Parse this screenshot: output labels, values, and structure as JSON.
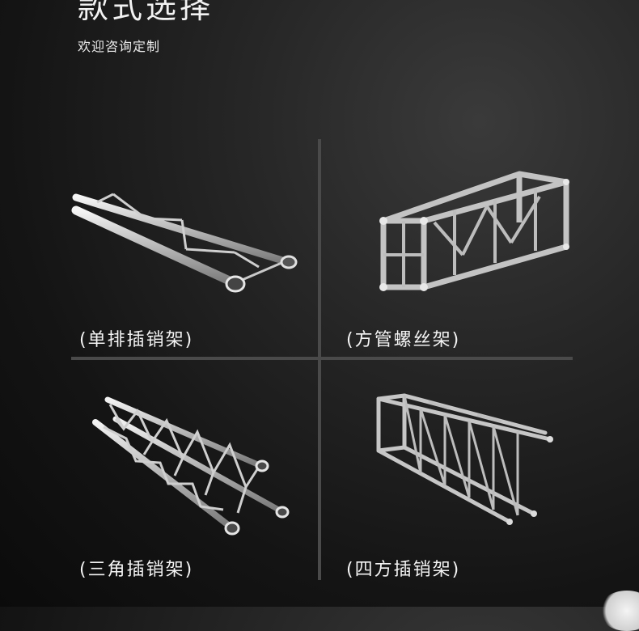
{
  "header": {
    "title": "款式选择",
    "subtitle": "欢迎咨询定制"
  },
  "products": [
    {
      "label": "(单排插销架)",
      "icon": "single-row-truss-icon"
    },
    {
      "label": "(方管螺丝架)",
      "icon": "square-bolt-truss-icon"
    },
    {
      "label": "(三角插销架)",
      "icon": "triangle-truss-icon"
    },
    {
      "label": "(四方插销架)",
      "icon": "square-spigot-truss-icon"
    }
  ],
  "colors": {
    "background": "#1a1a1a",
    "divider": "#4a4a4a",
    "text": "#f4f4f4",
    "metal": "#c8c8c8"
  }
}
